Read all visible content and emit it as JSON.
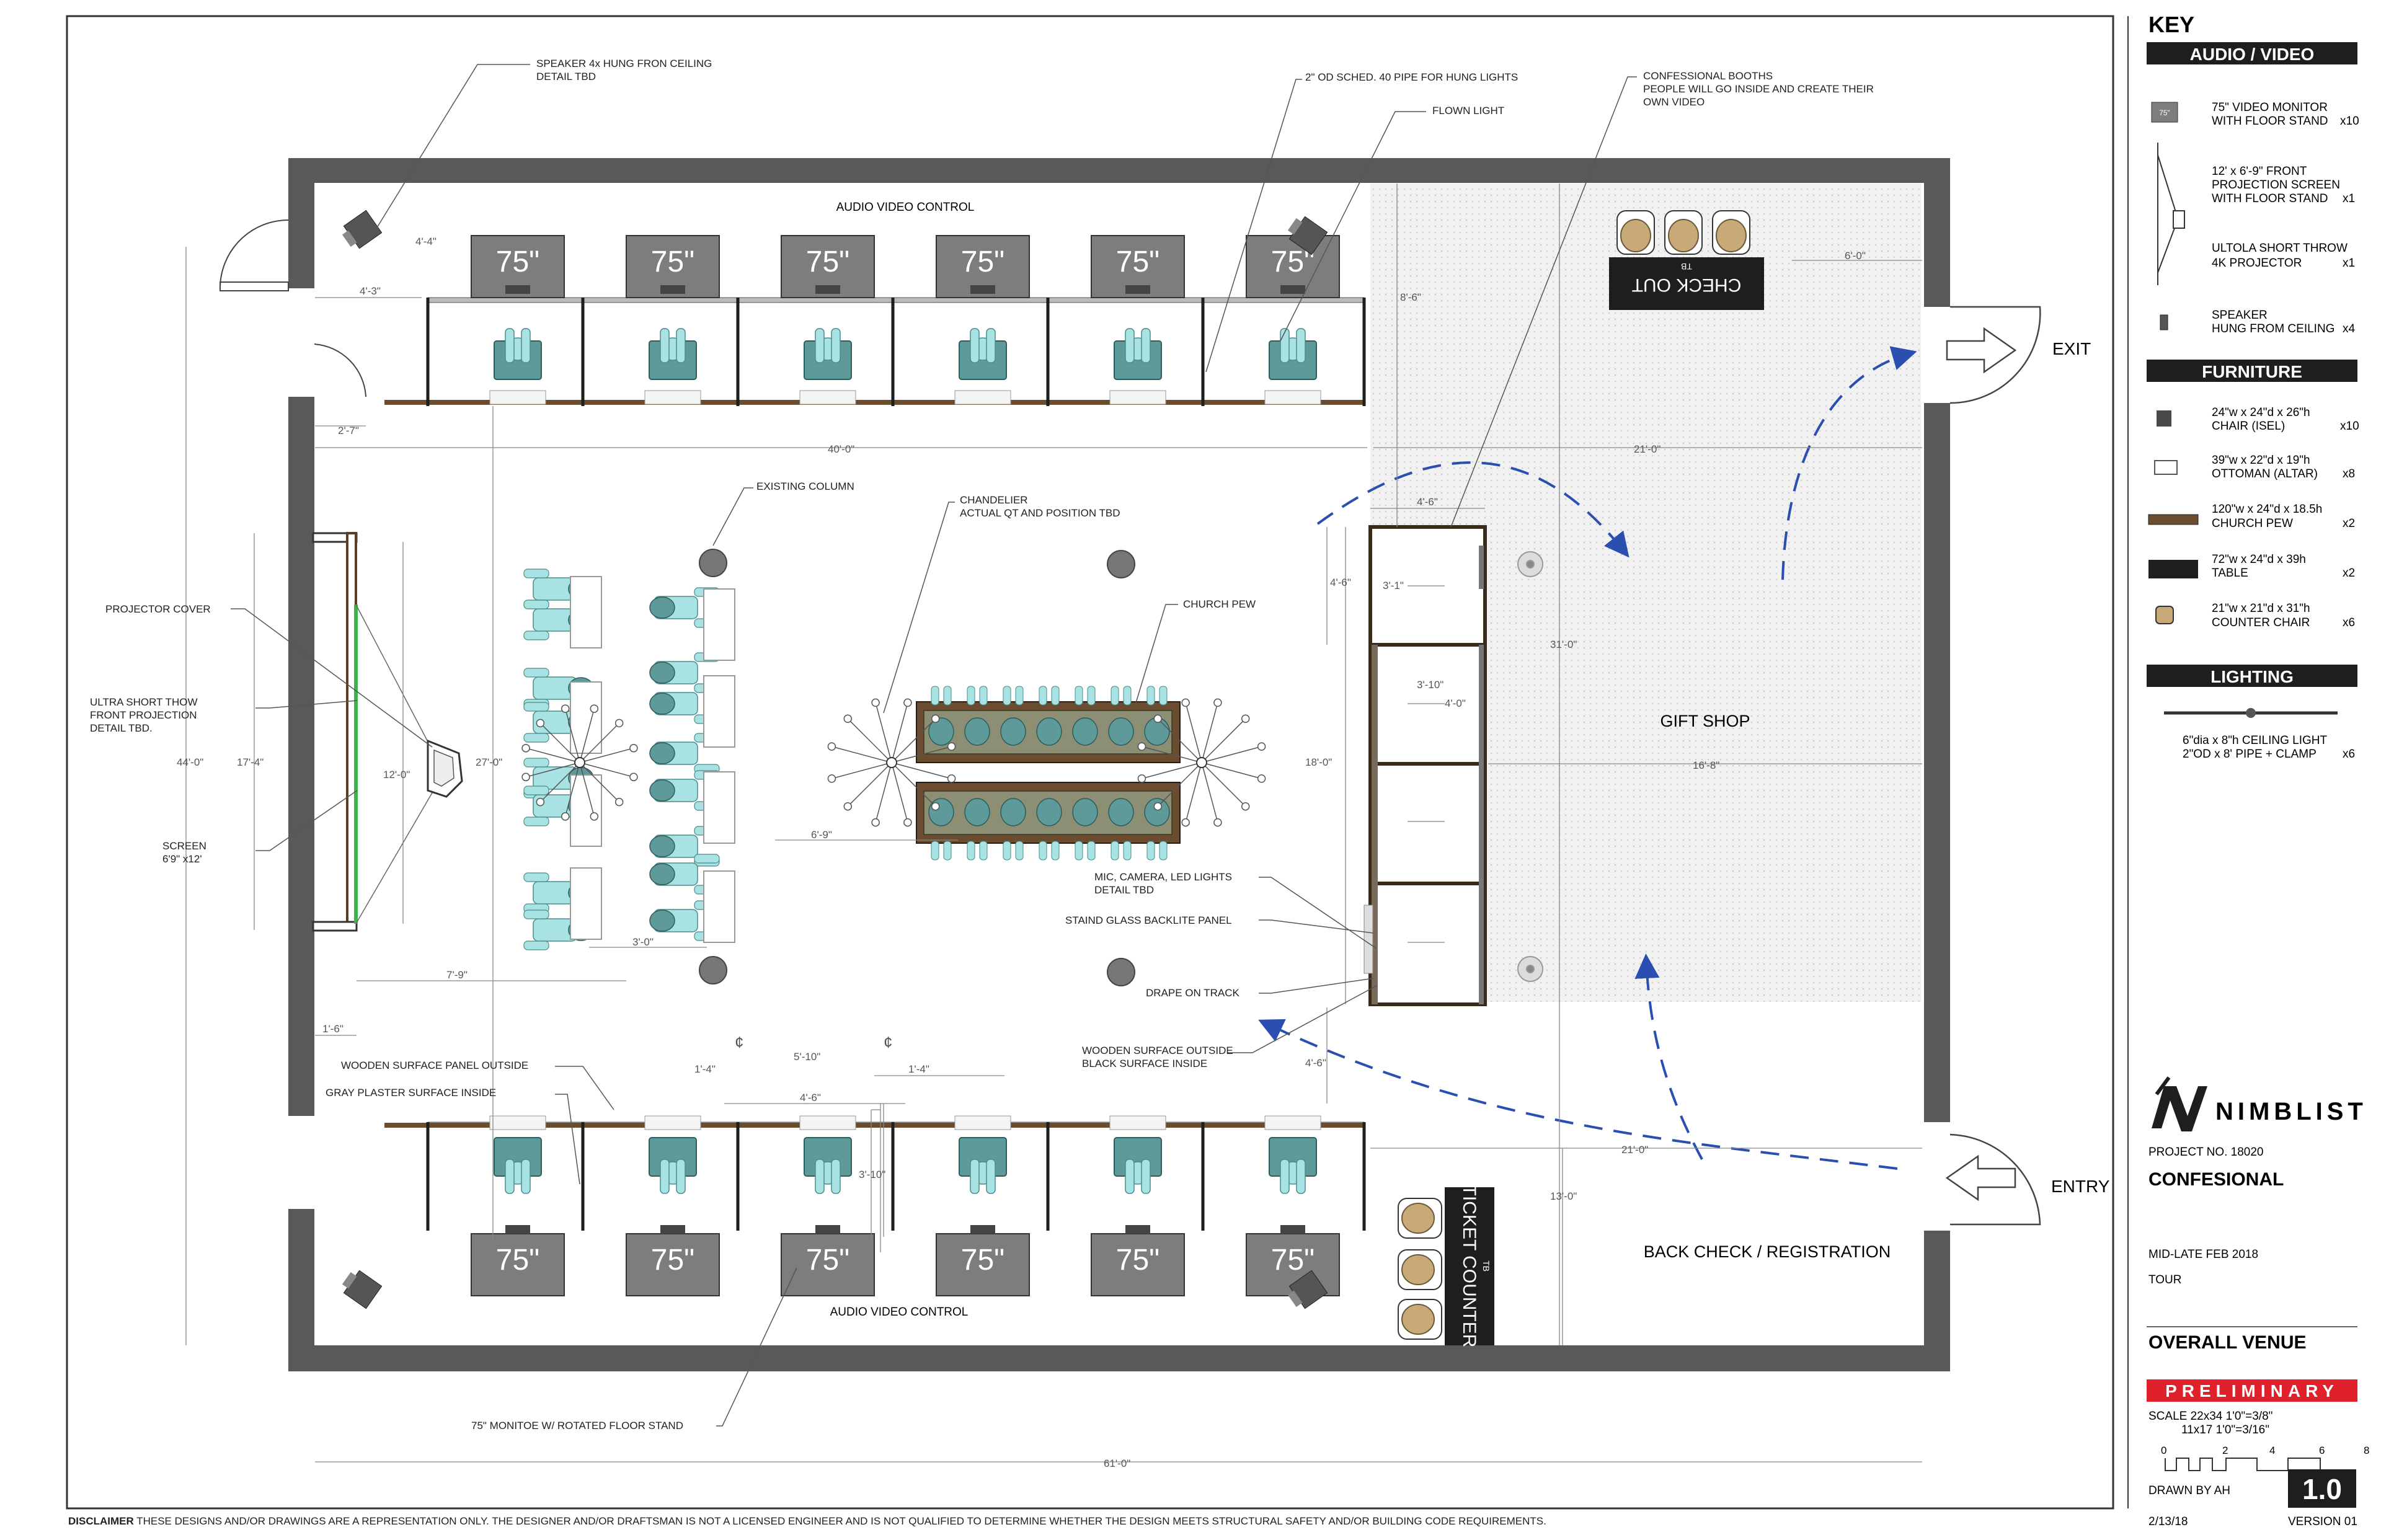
{
  "key": {
    "title": "KEY",
    "sections": {
      "av": "AUDIO / VIDEO",
      "furniture": "FURNITURE",
      "lighting": "LIGHTING"
    },
    "items": {
      "monitor": {
        "l1": "75\" VIDEO MONITOR",
        "l2": "WITH FLOOR STAND",
        "qty": "x10",
        "badge": "75\""
      },
      "screen": {
        "l1": "12' x 6'-9\" FRONT",
        "l2": "PROJECTION SCREEN",
        "l3": "WITH FLOOR STAND",
        "qty": "x1"
      },
      "projector": {
        "l1": "ULTOLA SHORT THROW",
        "l2": "4K PROJECTOR",
        "qty": "x1"
      },
      "speaker": {
        "l1": "SPEAKER",
        "l2": "HUNG FROM CEILING",
        "qty": "x4"
      },
      "chair": {
        "l1": "24\"w x 24\"d x 26\"h",
        "l2": "CHAIR (ISEL)",
        "qty": "x10"
      },
      "ottoman": {
        "l1": "39\"w x 22\"d x 19\"h",
        "l2": "OTTOMAN (ALTAR)",
        "qty": "x8"
      },
      "pew": {
        "l1": "120\"w x 24\"d x 18.5h",
        "l2": "CHURCH PEW",
        "qty": "x2"
      },
      "table": {
        "l1": "72\"w x 24\"d x 39h",
        "l2": "TABLE",
        "qty": "x2"
      },
      "counter_chair": {
        "l1": "21\"w x 21\"d x 31\"h",
        "l2": "COUNTER CHAIR",
        "qty": "x6"
      },
      "light": {
        "l1": "6\"dia x 8\"h CEILING LIGHT",
        "l2": "2\"OD  x 8' PIPE + CLAMP",
        "qty": "x6"
      }
    }
  },
  "title_block": {
    "brand": "NIMBLIST",
    "project_no": "PROJECT NO. 18020",
    "project_name": "CONFESIONAL",
    "date": "MID-LATE FEB 2018",
    "tour": "TOUR",
    "sheet_title": "OVERALL VENUE",
    "status": "PRELIMINARY",
    "scale1": "SCALE  22x34  1'0\"=3/8\"",
    "scale2": "11x17  1'0\"=3/16\"",
    "scale_ticks": [
      "0",
      "2",
      "4",
      "6",
      "8"
    ],
    "drawn_by": "DRAWN BY AH",
    "sheet_no": "1.0",
    "issue_date": "2/13/18",
    "version": "VERSION 01"
  },
  "rooms": {
    "av_control_top": "AUDIO VIDEO CONTROL",
    "av_control_bottom": "AUDIO VIDEO CONTROL",
    "gift_shop": "GIFT SHOP",
    "back_check": "BACK CHECK / REGISTRATION",
    "exit": "EXIT",
    "entry": "ENTRY",
    "check_out": "CHECK OUT",
    "ticket_counter": "TICKET COUNTER",
    "tb": "TB"
  },
  "monitor_label": "75\"",
  "callouts": {
    "speaker": [
      "SPEAKER 4x HUNG FRON CEILING",
      "DETAIL TBD"
    ],
    "pipe": [
      "2\" OD SCHED. 40 PIPE FOR HUNG LIGHTS"
    ],
    "flown_light": [
      "FLOWN LIGHT"
    ],
    "booths": [
      "CONFESSIONAL BOOTHS",
      "PEOPLE WILL GO INSIDE AND CREATE THEIR",
      "OWN VIDEO"
    ],
    "column": [
      "EXISTING COLUMN"
    ],
    "chandelier": [
      "CHANDELIER",
      "ACTUAL QT AND POSITION TBD"
    ],
    "church_pew": [
      "CHURCH PEW"
    ],
    "projector_cover": [
      "PROJECTOR COVER"
    ],
    "ust": [
      "ULTRA SHORT THOW",
      "FRONT PROJECTION",
      "DETAIL TBD."
    ],
    "screen": [
      "SCREEN",
      "6'9\" x12'"
    ],
    "mic": [
      "MIC, CAMERA, LED LIGHTS",
      "DETAIL TBD"
    ],
    "stained_glass": [
      "STAIND GLASS BACKLITE PANEL"
    ],
    "drape": [
      "DRAPE ON TRACK"
    ],
    "wood_black": [
      "WOODEN SURFACE OUTSIDE",
      "BLACK SURFACE INSIDE"
    ],
    "wood_panel": [
      "WOODEN SURFACE PANEL OUTSIDE"
    ],
    "plaster": [
      "GRAY PLASTER SURFACE INSIDE"
    ],
    "monitor_stand": [
      "75\" MONITOE W/ ROTATED FLOOR STAND"
    ]
  },
  "dims": {
    "d_4_4": "4'-4\"",
    "d_4_3": "4'-3\"",
    "d_2_7": "2'-7\"",
    "d_40_0": "40'-0\"",
    "d_21_0_top": "21'-0\"",
    "d_6_0": "6'-0\"",
    "d_8_6": "8'-6\"",
    "d_4_6_top": "4'-6\"",
    "d_4_6_left": "4'-6\"",
    "d_3_1": "3'-1\"",
    "d_3_10_booth": "3'-10\"",
    "d_4_0": "4'-0\"",
    "d_31_0": "31'-0\"",
    "d_16_8": "16'-8\"",
    "d_18_0": "18'-0\"",
    "d_44_0": "44'-0\"",
    "d_17_4": "17'-4\"",
    "d_12_0": "12'-0\"",
    "d_27_0": "27'-0\"",
    "d_7_9": "7'-9\"",
    "d_1_6": "1'-6\"",
    "d_3_0": "3'-0\"",
    "d_6_9": "6'-9\"",
    "d_1_4a": "1'-4\"",
    "d_5_10": "5'-10\"",
    "d_1_4b": "1'-4\"",
    "d_4_6_bottom": "4'-6\"",
    "d_3_10_bottom": "3'-10\"",
    "d_4_6_drape": "4'-6\"",
    "d_21_0_bottom": "21'-0\"",
    "d_13_0": "13'-0\"",
    "d_61_0": "61'-0\"",
    "cl1": "¢",
    "cl2": "¢"
  },
  "disclaimer": {
    "head": "DISCLAIMER",
    "body": " THESE DESIGNS AND/OR DRAWINGS ARE A REPRESENTATION ONLY. THE DESIGNER AND/OR DRAFTSMAN IS NOT A LICENSED ENGINEER AND IS NOT QUALIFIED TO DETERMINE WHETHER THE DESIGN MEETS STRUCTURAL SAFETY AND/OR BUILDING CODE REQUIREMENTS."
  },
  "colors": {
    "wall": "#595959",
    "monitor": "#7d7d7d",
    "seat_teal": "#5e9a9a",
    "figure_aqua": "#a8e2e2",
    "pew_wood": "#6b4c2e",
    "tan_chair": "#c8aa78",
    "flow_arrow": "#2a4fb0",
    "red_badge": "#e0202a"
  }
}
